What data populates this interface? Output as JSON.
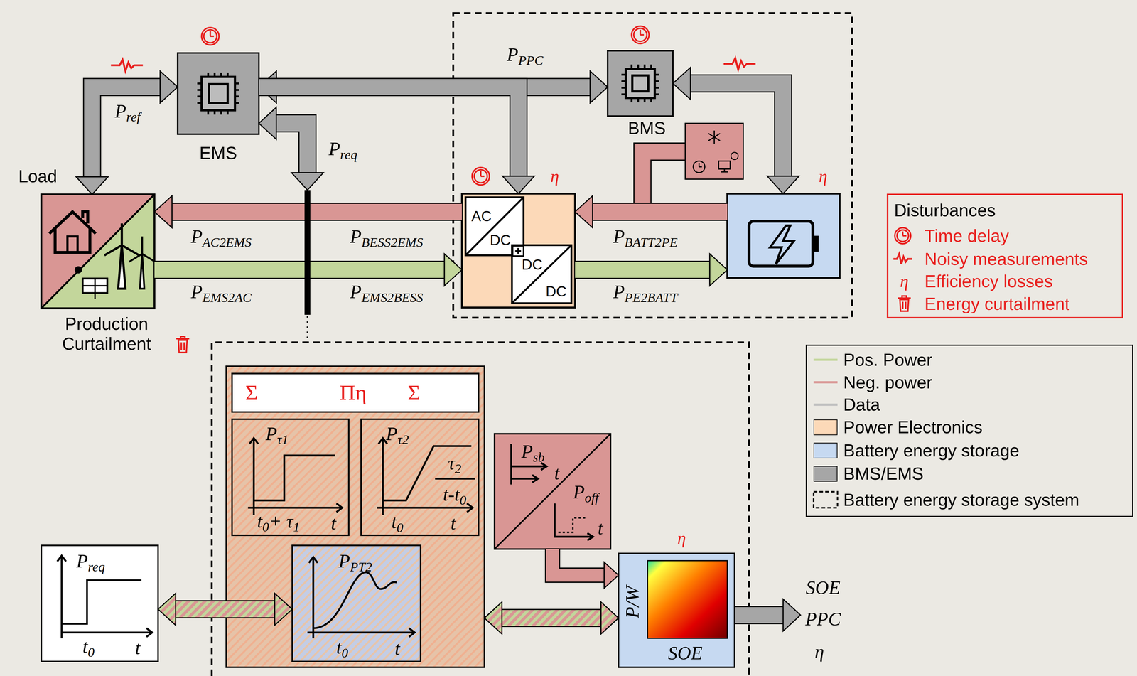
{
  "diagram": {
    "nodes": [
      {
        "text": [
          "EMS"
        ]
      },
      {
        "text": [
          "BMS"
        ]
      },
      {
        "text": [
          "Load",
          "Production Curtailment"
        ]
      },
      {
        "text": [
          "η",
          "AC",
          "DC",
          "DC",
          "DC"
        ]
      },
      {
        "text": [
          "η"
        ]
      },
      {
        "text": [
          "Preq",
          "t0",
          "t"
        ]
      },
      {
        "text": [
          "Σ",
          "Πη",
          "Σ"
        ]
      },
      {
        "text": [
          "Pτ1",
          "t0+ τ1",
          "t"
        ],
        "in": 6
      },
      {
        "text": [
          "Pτ2",
          "τ2",
          "t-t0",
          "t0",
          "t"
        ],
        "in": 6
      },
      {
        "text": [
          "PPT2",
          "t0",
          "t"
        ],
        "in": 6
      },
      {
        "text": [
          "Psb",
          "t",
          "Poff",
          "t"
        ]
      },
      {
        "text": [
          "η",
          "P/W",
          "SOE"
        ]
      }
    ],
    "edges": [
      {
        "from": 0,
        "to": 2,
        "arrow": "both",
        "label": "Pref"
      },
      {
        "from": 0,
        "to": 1,
        "arrow": "both",
        "label": "PPPC"
      },
      {
        "from": 0,
        "to": 3,
        "arrow": "to"
      },
      {
        "from": 1,
        "to": 4,
        "arrow": "both"
      },
      {
        "from": 4,
        "to": 3,
        "arrow": "to",
        "label": "PBATT2PE"
      },
      {
        "from": 3,
        "to": 4,
        "arrow": "to",
        "label": "PPE2BATT"
      },
      {
        "from": 3,
        "to": 2,
        "arrow": "to",
        "label": "PBESS2EMS"
      },
      {
        "from": 2,
        "to": 3,
        "arrow": "to",
        "label": "PEMS2BESS"
      },
      {
        "from": 5,
        "to": 9,
        "arrow": "both"
      },
      {
        "from": 6,
        "to": 11,
        "arrow": "both"
      },
      {
        "from": 10,
        "to": 11,
        "arrow": "to"
      }
    ],
    "labels": [
      "Preq",
      "PAC2EMS",
      "PEMS2AC",
      "Disturbances",
      "η",
      "SOE",
      "PPC",
      "η"
    ],
    "legend": [
      {
        "text": "Time delay"
      },
      {
        "text": "Noisy measurements"
      },
      {
        "text": "Efficiency losses"
      },
      {
        "text": "Energy curtailment"
      },
      {
        "text": "Pos. Power"
      },
      {
        "text": "Neg. power"
      },
      {
        "text": "Data"
      },
      {
        "text": "Power Electronics",
        "color": "#fcd9b8"
      },
      {
        "text": "Battery energy storage",
        "color": "#c6d9f1"
      },
      {
        "text": "BMS/EMS",
        "color": "#a6a6a6"
      },
      {
        "text": "Battery energy storage system"
      }
    ]
  }
}
